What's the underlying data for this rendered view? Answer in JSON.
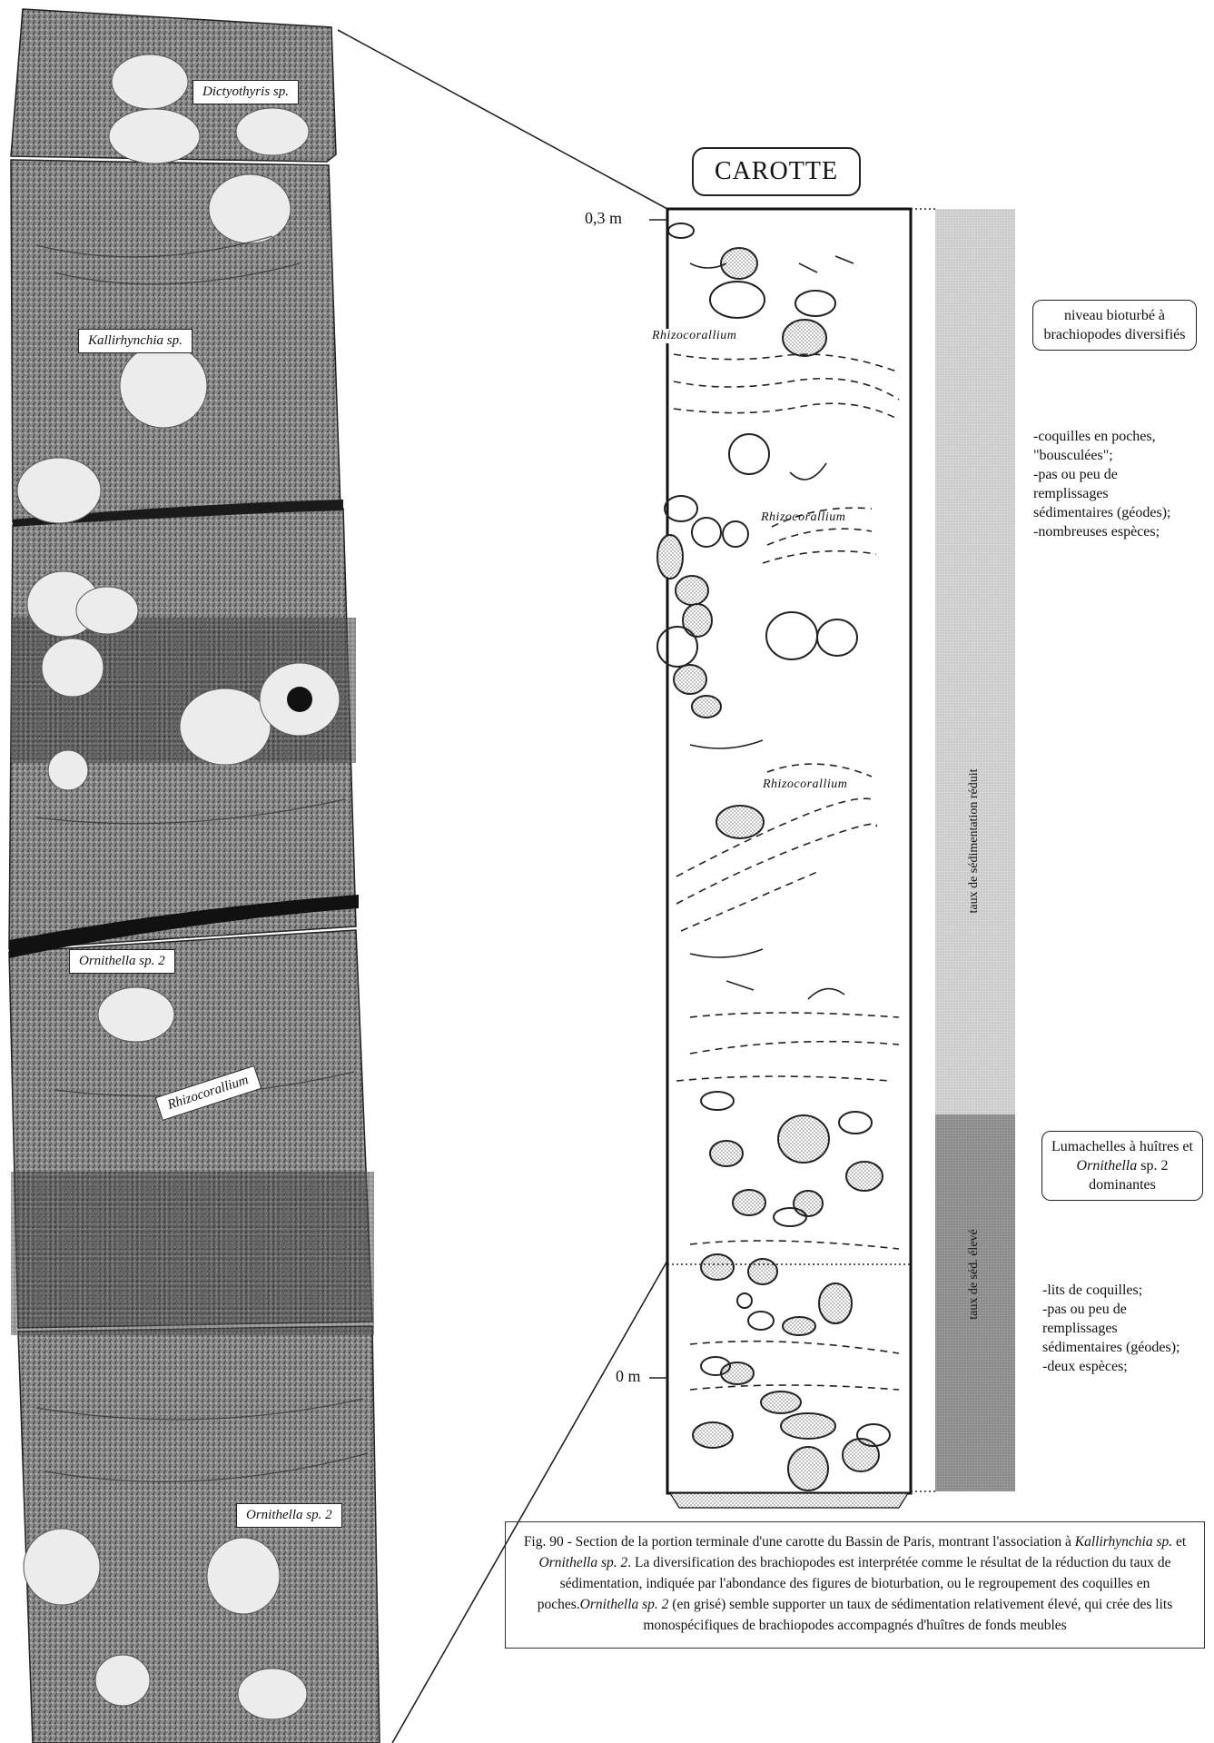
{
  "photo_labels": [
    {
      "text": "Dictyothyris sp."
    },
    {
      "text": "Kallirhynchia sp."
    },
    {
      "text": "Ornithella sp. 2"
    },
    {
      "text": "Rhizocorallium"
    },
    {
      "text": "Ornithella sp. 2"
    }
  ],
  "core": {
    "title": "CAROTTE",
    "scale_top": "0,3 m",
    "scale_bottom": "0 m",
    "trace_labels": [
      "Rhizocorallium",
      "Rhizocorallium",
      "Rhizocorallium"
    ]
  },
  "rate_bars": {
    "reduced": "taux de sédimentation réduit",
    "high": "taux de séd. élevé",
    "colors": {
      "reduced": "#cfcfcf",
      "high": "#8e8e8e"
    }
  },
  "notes": {
    "upper_box": "niveau bioturbé à brachiopodes diversifiés",
    "upper_list": [
      "-coquilles en poches,",
      "\"bousculées\";",
      "-pas ou peu de",
      "remplissages",
      "sédimentaires (géodes);",
      "-nombreuses espèces;"
    ],
    "lower_box_pre": "Lumachelles à huîtres et ",
    "lower_box_italic": "Ornithella",
    "lower_box_post": " sp. 2 dominantes",
    "lower_list": [
      "-lits de coquilles;",
      "-pas ou peu de",
      "remplissages",
      "sédimentaires (géodes);",
      "-deux espèces;"
    ]
  },
  "caption": {
    "p1": "Fig. 90 - Section de la portion terminale d'une carotte du Bassin de Paris, montrant l'association à ",
    "i1": "Kallirhynchia sp.",
    "p2": " et ",
    "i2": "Ornithella sp. 2",
    "p3": ". La diversification des brachiopodes est interprétée comme le résultat de la réduction du taux de sédimentation, indiquée par l'abondance des figures de bioturbation, ou le regroupement des coquilles en poches.",
    "i3": "Ornithella sp. 2",
    "p4": " (en grisé) semble supporter un taux de sédimentation relativement élevé, qui crée des lits monospécifiques de brachiopodes accompagnés d'huîtres de fonds meubles"
  }
}
